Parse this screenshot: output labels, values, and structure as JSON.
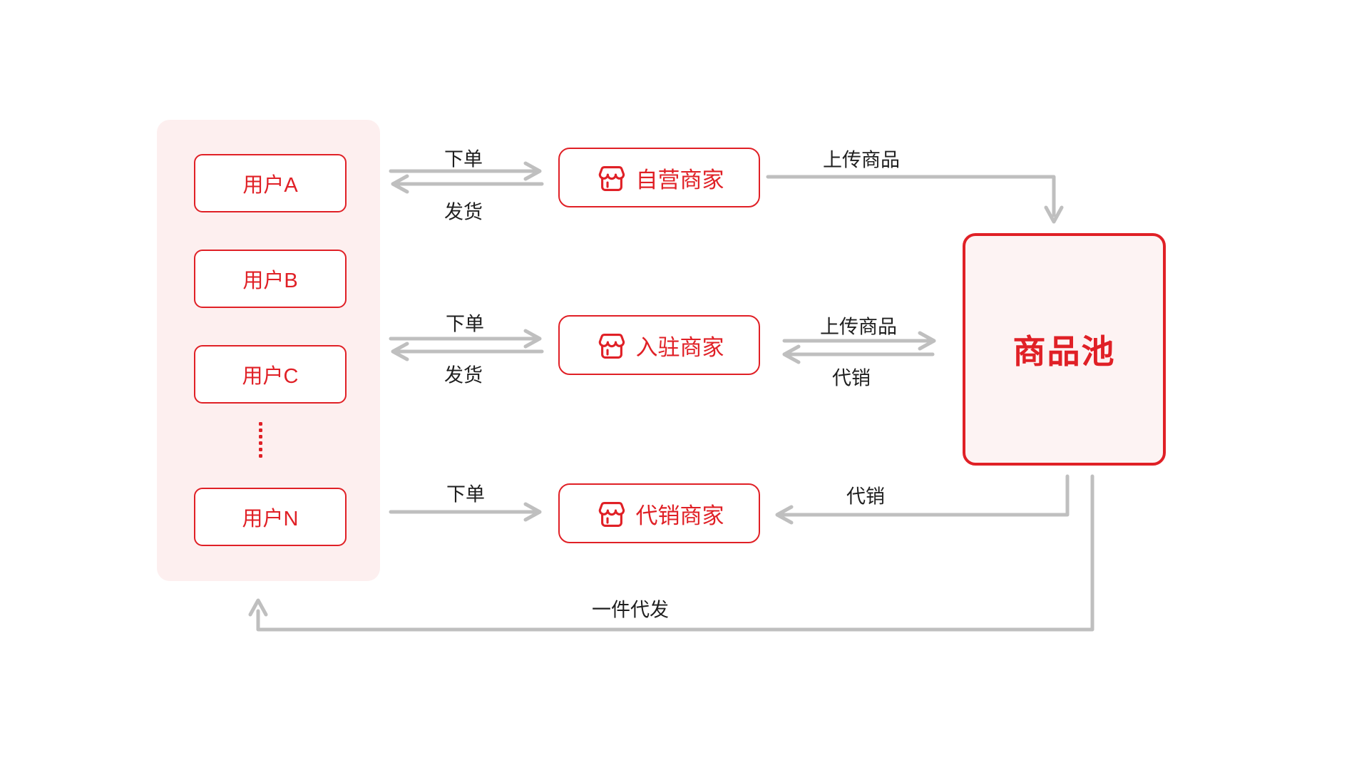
{
  "diagram": {
    "users": [
      {
        "label": "用户A"
      },
      {
        "label": "用户B"
      },
      {
        "label": "用户C"
      },
      {
        "label": "用户N"
      }
    ],
    "merchants": [
      {
        "label": "自营商家",
        "icon": "storefront-icon"
      },
      {
        "label": "入驻商家",
        "icon": "storefront-icon"
      },
      {
        "label": "代销商家",
        "icon": "storefront-icon"
      }
    ],
    "pool": {
      "label": "商品池"
    },
    "labels": {
      "order1": "下单",
      "ship1": "发货",
      "order2": "下单",
      "ship2": "发货",
      "order3": "下单",
      "upload1": "上传商品",
      "upload2": "上传商品",
      "consign2": "代销",
      "consign3": "代销",
      "dropship": "一件代发"
    },
    "colors": {
      "red": "#e02026",
      "panel_pink": "#fdefef",
      "pool_pink": "#fdf3f3",
      "arrow_gray": "#bfbfbf",
      "label_black": "#1f1f1f"
    }
  }
}
